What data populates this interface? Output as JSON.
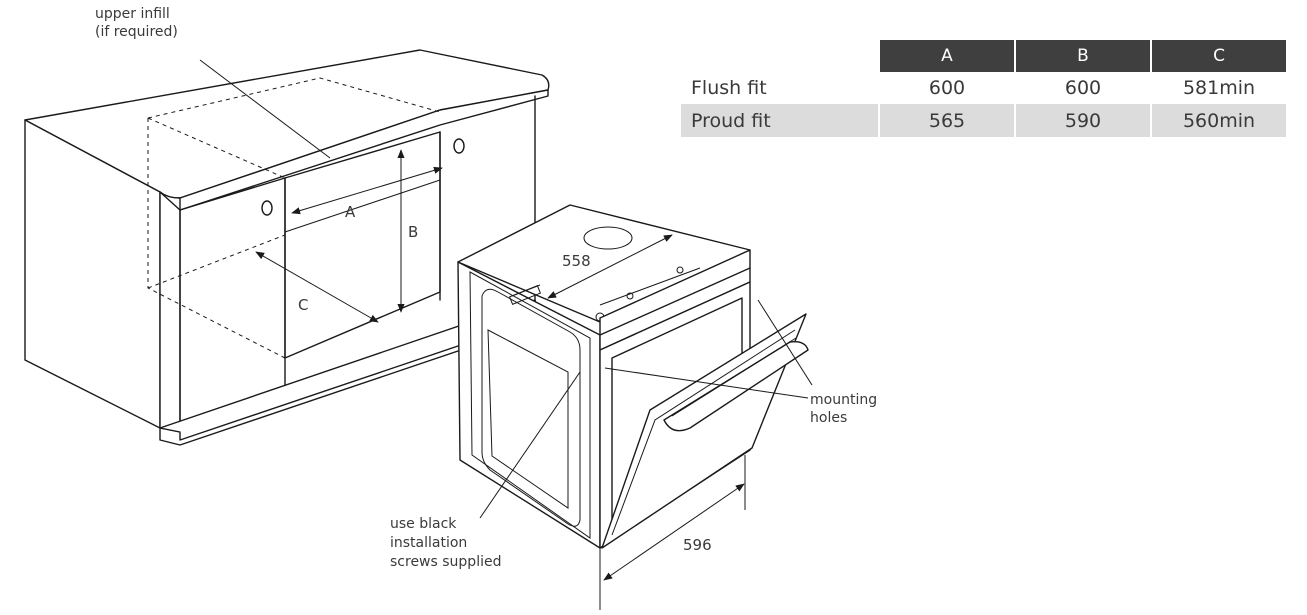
{
  "labels": {
    "upper_infill_1": "upper infill",
    "upper_infill_2": "(if required)",
    "dim_a": "A",
    "dim_b": "B",
    "dim_c": "C",
    "dim_558": "558",
    "dim_596": "596",
    "mounting_1": "mounting",
    "mounting_2": "holes",
    "screws_1": "use black",
    "screws_2": "installation",
    "screws_3": "screws supplied"
  },
  "table": {
    "headers": [
      "A",
      "B",
      "C"
    ],
    "rows": [
      {
        "name": "Flush fit",
        "values": [
          "600",
          "600",
          "581min"
        ]
      },
      {
        "name": "Proud fit",
        "values": [
          "565",
          "590",
          "560min"
        ]
      }
    ]
  },
  "colors": {
    "header_bg": "#3f3f3f",
    "shade_row": "#dcdcdc",
    "line": "#1a1a1a"
  }
}
